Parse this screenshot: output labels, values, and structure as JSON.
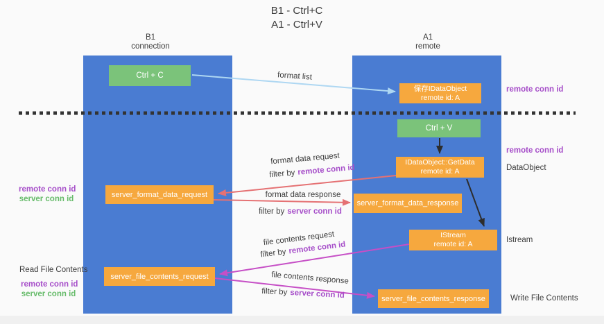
{
  "title": {
    "line1": "B1 - Ctrl+C",
    "line2": "A1 - Ctrl+V"
  },
  "lanes": {
    "left": {
      "name": "B1",
      "role": "connection"
    },
    "right": {
      "name": "A1",
      "role": "remote"
    }
  },
  "nodes": {
    "ctrl_c": {
      "label": "Ctrl + C"
    },
    "ctrl_v": {
      "label": "Ctrl + V"
    },
    "save_idataobject": {
      "line1": "保存IDataObject",
      "line2": "remote id: A"
    },
    "getdata": {
      "line1": "IDataObject::GetData",
      "line2": "remote id: A"
    },
    "istream": {
      "line1": "IStream",
      "line2": "remote id: A"
    },
    "server_format_data_request": {
      "label": "server_format_data_request"
    },
    "server_format_data_response": {
      "label": "server_format_data_response"
    },
    "server_file_contents_request": {
      "label": "server_file_contents_request"
    },
    "server_file_contents_response": {
      "label": "server_file_contents_response"
    }
  },
  "arrows": {
    "format_list": {
      "label": "format list"
    },
    "format_data_request": {
      "label": "format data request",
      "filter_by": "filter by",
      "filter_value": "remote conn id"
    },
    "format_data_response": {
      "label": "format data response",
      "filter_by": "filter by",
      "filter_value": "server conn id"
    },
    "file_contents_request": {
      "label": "file contents request",
      "filter_by": "filter by",
      "filter_value": "remote conn id"
    },
    "file_contents_response": {
      "label": "file contents response",
      "filter_by": "filter by",
      "filter_value": "server conn id"
    }
  },
  "side_labels": {
    "right_top_remote_conn_id": "remote conn id",
    "right_mid_remote_conn_id": "remote conn id",
    "dataobject": "DataObject",
    "istream": "Istream",
    "write_file_contents": "Write File Contents",
    "read_file_contents": "Read File Contents",
    "left_mid": {
      "remote": "remote conn id",
      "server": "server conn id"
    },
    "left_bottom": {
      "remote": "remote conn id",
      "server": "server conn id"
    }
  },
  "colors": {
    "lane_blue": "#4a7cd2",
    "node_green": "#7bc37a",
    "node_orange": "#f6a83e",
    "purple_label": "#a64ec9",
    "green_label": "#66bb6a",
    "arrow_blue": "#aed7f2",
    "arrow_red": "#e57173",
    "arrow_magenta": "#c64fc6",
    "arrow_black": "#2d2d2d",
    "text_dark": "#3c3c3c",
    "background": "#fafafa"
  }
}
